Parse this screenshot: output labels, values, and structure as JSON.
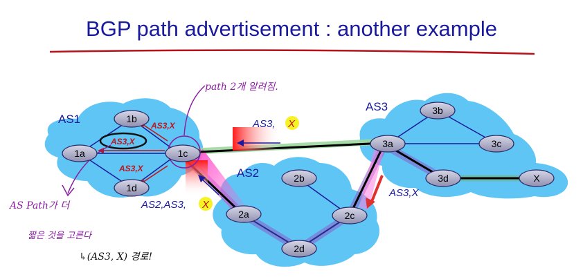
{
  "slide": {
    "title": "BGP path advertisement : another example",
    "underline_color": "#b5121b"
  },
  "as_labels": {
    "as1": "AS1",
    "as2": "AS2",
    "as3": "AS3"
  },
  "routers": {
    "r1a": "1a",
    "r1b": "1b",
    "r1c": "1c",
    "r1d": "1d",
    "r2a": "2a",
    "r2b": "2b",
    "r2c": "2c",
    "r2d": "2d",
    "r3a": "3a",
    "r3b": "3b",
    "r3c": "3c",
    "r3d": "3d",
    "rx": "X"
  },
  "advertisements": {
    "as1_top": "AS3,X",
    "as1_middle": "AS3,X",
    "as1_bottom": "AS3,X",
    "ebgp_3a_1c_prefix": "AS3,",
    "ebgp_3a_1c_suffix": "X",
    "as3_to_as2": "AS3,X",
    "as2_to_as1_prefix": "AS2,AS3,",
    "as2_to_as1_suffix": "X"
  },
  "annotations": {
    "path_note": "path 2개 알려짐.",
    "as_path_note": "AS Path가 더",
    "shorter_note": "짧은 것을 고른다",
    "chosen_note": "↳(AS3, X) 경로!"
  },
  "colors": {
    "cloud": "#5ec5f5",
    "title": "#1a1a9c",
    "router_fill": "#a9a9c5",
    "advert_red": "#c0151d",
    "handwriting": "#8a1fa0",
    "highlight_yellow": "#f6f000"
  }
}
